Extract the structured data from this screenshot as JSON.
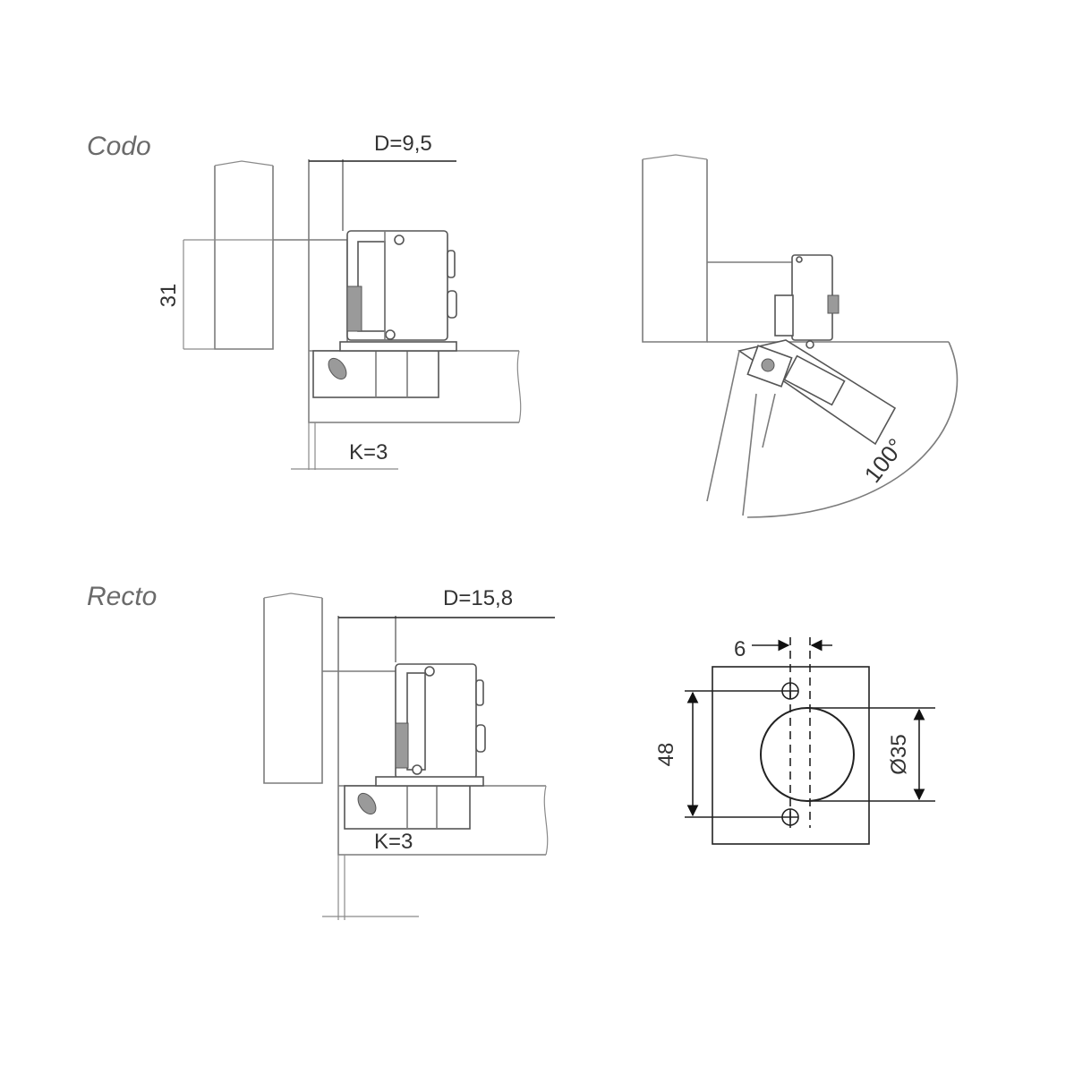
{
  "sections": {
    "codo_label": "Codo",
    "recto_label": "Recto"
  },
  "codo": {
    "d_label": "D=9,5",
    "height_label": "31",
    "k_label": "K=3",
    "angle_label": "100°"
  },
  "recto": {
    "d_label": "D=15,8",
    "k_label": "K=3"
  },
  "plate": {
    "offset_label": "6",
    "spacing_label": "48",
    "cup_label": "Ø35"
  }
}
